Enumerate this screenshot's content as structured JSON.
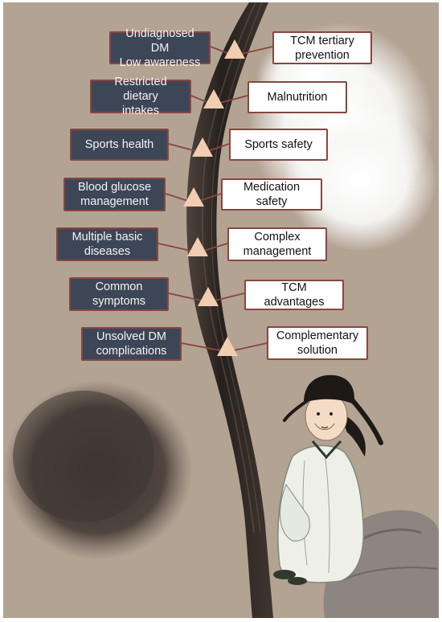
{
  "rows": [
    {
      "left": "Undiagnosed DM\nLow awareness",
      "right": "TCM tertiary\nprevention"
    },
    {
      "left": "Restricted dietary\nintakes",
      "right": "Malnutrition"
    },
    {
      "left": "Sports health",
      "right": "Sports safety"
    },
    {
      "left": "Blood glucose\nmanagement",
      "right": "Medication safety"
    },
    {
      "left": "Multiple basic\ndiseases",
      "right": "Complex\nmanagement"
    },
    {
      "left": "Common\nsymptoms",
      "right": "TCM advantages"
    },
    {
      "left": "Unsolved DM\ncomplications",
      "right": "Complementary\nsolution"
    }
  ],
  "colors": {
    "background": "#b3a393",
    "left_box": "#3d4656",
    "right_box": "#ffffff",
    "border": "#8a4540",
    "triangle": "#f1cdb2"
  }
}
